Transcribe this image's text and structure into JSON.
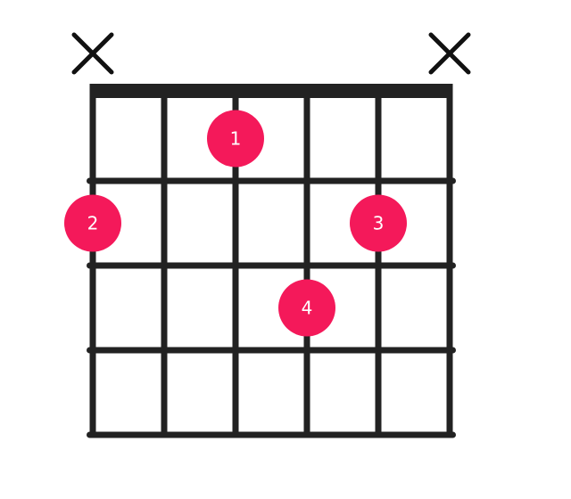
{
  "chord_diagram": {
    "colors": {
      "grid": "#222222",
      "nut": "#222222",
      "marker": "#F4195A",
      "marker_text": "#FFFFFF",
      "mute_symbol": "#111111"
    },
    "strings": 6,
    "frets": 4,
    "muted_strings": [
      1,
      6
    ],
    "mute_symbol_shape": "x-cross",
    "fingers": [
      {
        "label": "1",
        "string": 3,
        "fret": 1
      },
      {
        "label": "2",
        "string": 1,
        "fret": 2
      },
      {
        "label": "3",
        "string": 5,
        "fret": 2
      },
      {
        "label": "4",
        "string": 4,
        "fret": 3
      }
    ]
  }
}
